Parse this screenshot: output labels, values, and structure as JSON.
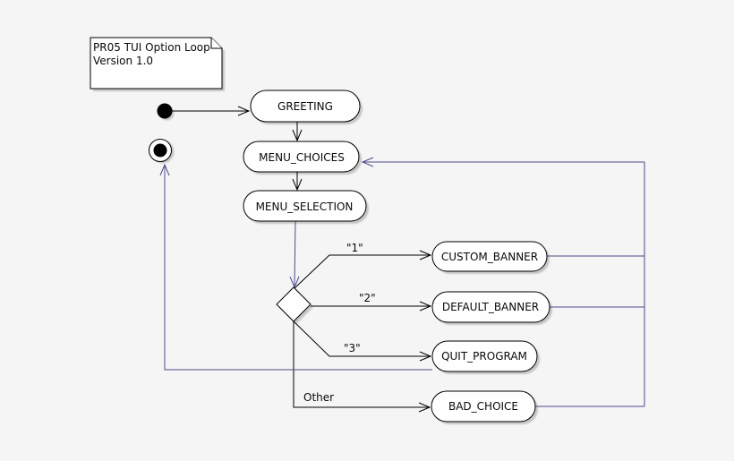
{
  "note": {
    "line1": "PR05 TUI Option Loop",
    "line2": "Version 1.0"
  },
  "activities": {
    "greeting": "GREETING",
    "menu_choices": "MENU_CHOICES",
    "menu_selection": "MENU_SELECTION",
    "custom_banner": "CUSTOM_BANNER",
    "default_banner": "DEFAULT_BANNER",
    "quit_program": "QUIT_PROGRAM",
    "bad_choice": "BAD_CHOICE"
  },
  "edge_labels": {
    "choice_1": "\"1\"",
    "choice_2": "\"2\"",
    "choice_3": "\"3\"",
    "other": "Other"
  },
  "colors": {
    "background": "#f5f5f5",
    "node_fill": "#fefefe",
    "node_stroke": "#000000",
    "edge_black": "#000000",
    "edge_return": "#4b4b8c",
    "shadow": "#a0a0a0"
  }
}
